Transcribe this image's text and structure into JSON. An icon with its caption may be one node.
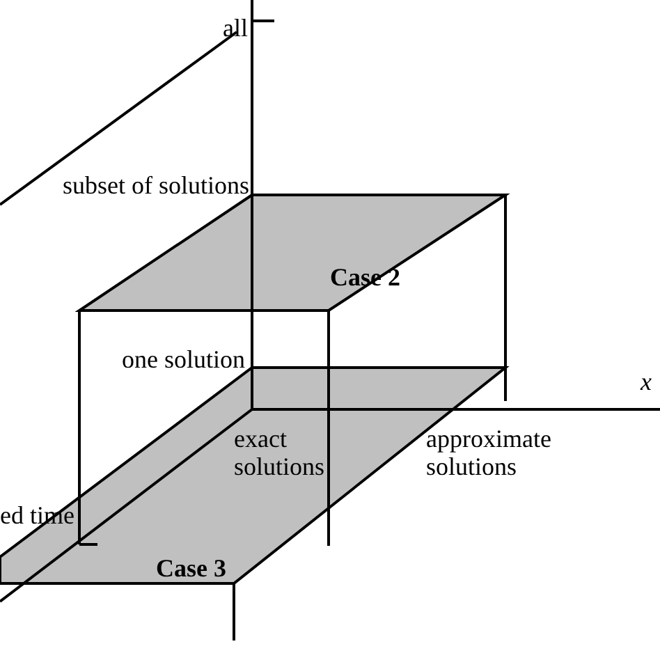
{
  "diagram": {
    "labels": [
      "all",
      "subset of solutions",
      "Case 2",
      "one solution",
      "x",
      "exact solutions",
      "approximate solutions",
      "ed time",
      "Case 3"
    ]
  }
}
